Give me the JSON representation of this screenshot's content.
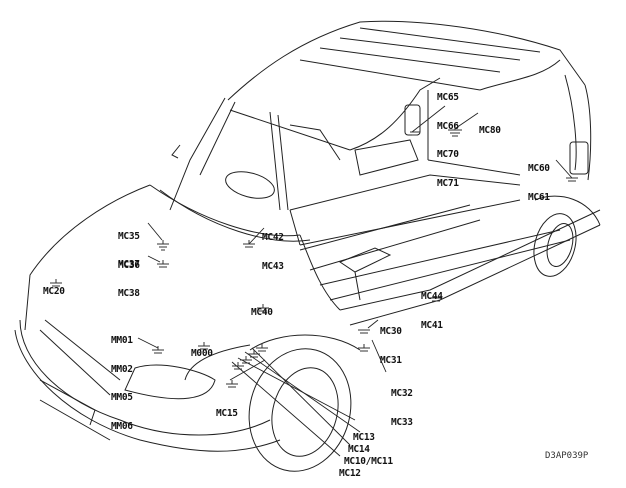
{
  "diagram": {
    "title": "Vehicle ground/connector location diagram",
    "drawing_code": "D3AP039P",
    "labels": [
      {
        "id": "mc65_71",
        "lines": [
          "MC65",
          "MC66",
          "MC70",
          "MC71"
        ]
      },
      {
        "id": "mc80",
        "lines": [
          "MC80"
        ]
      },
      {
        "id": "mc60_61",
        "lines": [
          "MC60",
          "MC61"
        ]
      },
      {
        "id": "mc35_36",
        "lines": [
          "MC35",
          "MC36"
        ]
      },
      {
        "id": "mc42_43",
        "lines": [
          "MC42",
          "MC43"
        ]
      },
      {
        "id": "mc37_38",
        "lines": [
          "MC37",
          "MC38"
        ]
      },
      {
        "id": "mc20",
        "lines": [
          "MC20"
        ]
      },
      {
        "id": "mc40",
        "lines": [
          "MC40"
        ]
      },
      {
        "id": "mm",
        "lines": [
          "MM01",
          "MM02",
          "MM05",
          "MM06"
        ]
      },
      {
        "id": "m000",
        "lines": [
          "M000"
        ]
      },
      {
        "id": "mc44_41",
        "lines": [
          "MC44",
          "MC41"
        ]
      },
      {
        "id": "mc30_31",
        "lines": [
          "MC30",
          "MC31"
        ]
      },
      {
        "id": "mc32_33",
        "lines": [
          "MC32",
          "MC33"
        ]
      },
      {
        "id": "mc15",
        "lines": [
          "MC15"
        ]
      },
      {
        "id": "mc13",
        "lines": [
          "MC13"
        ]
      },
      {
        "id": "mc14",
        "lines": [
          "MC14"
        ]
      },
      {
        "id": "mc10_11",
        "lines": [
          "MC10/MC11"
        ]
      },
      {
        "id": "mc12",
        "lines": [
          "MC12"
        ]
      }
    ]
  }
}
